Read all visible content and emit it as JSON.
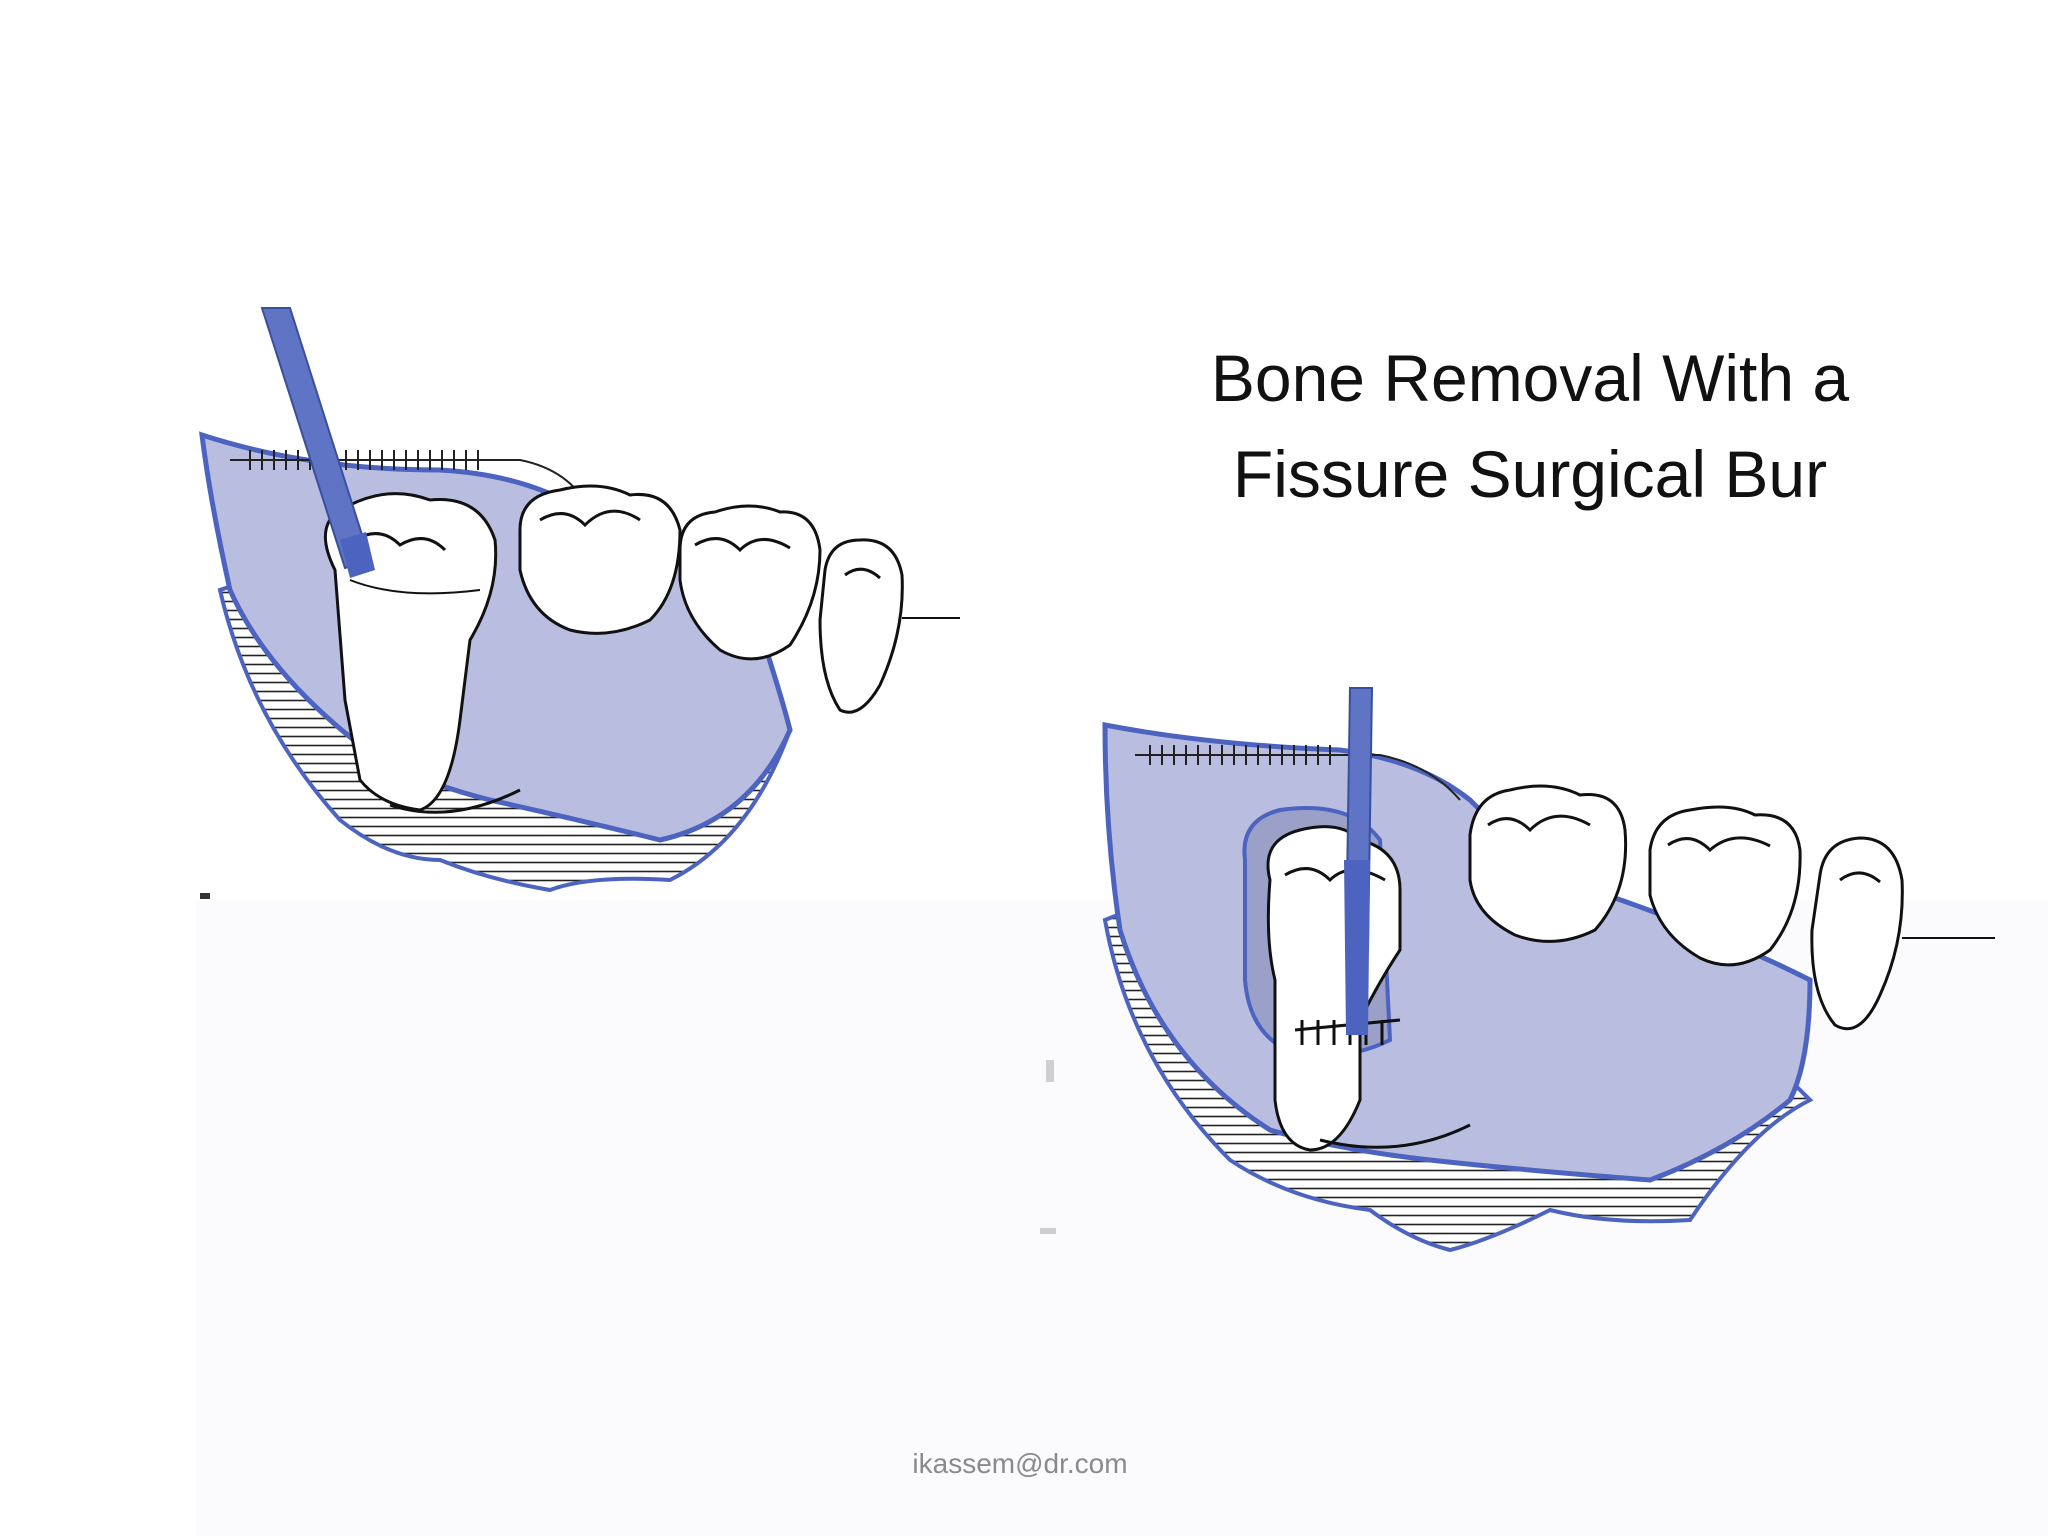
{
  "slide": {
    "title_line1": "Bone Removal With a",
    "title_line2": "Fissure Surgical Bur",
    "footer": "ikassem@dr.com"
  },
  "colors": {
    "gum": "#b9bde0",
    "gum_outline": "#4d63c0",
    "bur": "#5f74c4",
    "ink": "#111111"
  },
  "figures": [
    {
      "name": "angled-bur-illustration",
      "icon": "dental-bur-angled-icon"
    },
    {
      "name": "vertical-bur-illustration",
      "icon": "dental-bur-vertical-icon"
    }
  ]
}
